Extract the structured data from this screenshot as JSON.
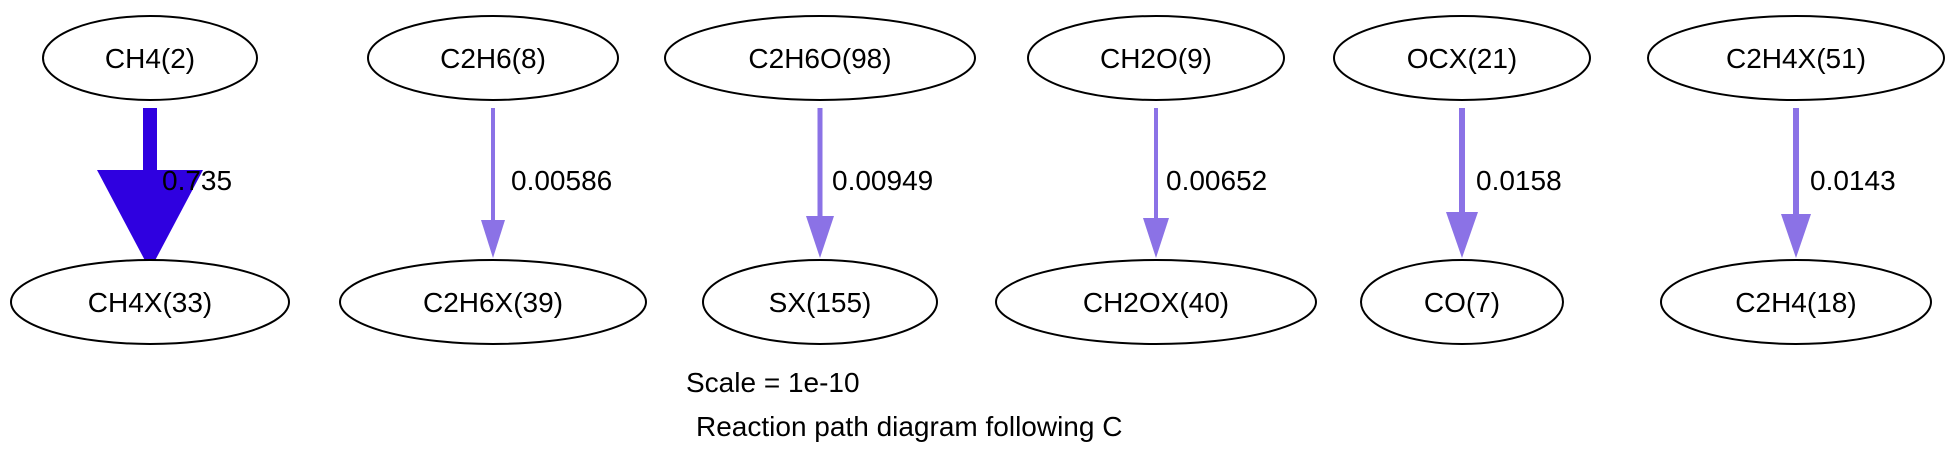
{
  "diagram": {
    "caption_scale": "Scale = 1e-10",
    "caption_title": "Reaction path diagram following C",
    "nodes": {
      "ch4": "CH4(2)",
      "ch4x": "CH4X(33)",
      "c2h6": "C2H6(8)",
      "c2h6x": "C2H6X(39)",
      "c2h6o": "C2H6O(98)",
      "sx": "SX(155)",
      "ch2o": "CH2O(9)",
      "ch2ox": "CH2OX(40)",
      "ocx": "OCX(21)",
      "co": "CO(7)",
      "c2h4x": "C2H4X(51)",
      "c2h4": "C2H4(18)"
    },
    "edges": [
      {
        "from": "CH4(2)",
        "to": "CH4X(33)",
        "label": "0.735",
        "color": "#2f00e0"
      },
      {
        "from": "C2H6(8)",
        "to": "C2H6X(39)",
        "label": "0.00586",
        "color": "#8b72e6"
      },
      {
        "from": "C2H6O(98)",
        "to": "SX(155)",
        "label": "0.00949",
        "color": "#8b72e6"
      },
      {
        "from": "CH2O(9)",
        "to": "CH2OX(40)",
        "label": "0.00652",
        "color": "#8b72e6"
      },
      {
        "from": "OCX(21)",
        "to": "CO(7)",
        "label": "0.0158",
        "color": "#8b72e6"
      },
      {
        "from": "C2H4X(51)",
        "to": "C2H4(18)",
        "label": "0.0143",
        "color": "#8b72e6"
      }
    ]
  }
}
